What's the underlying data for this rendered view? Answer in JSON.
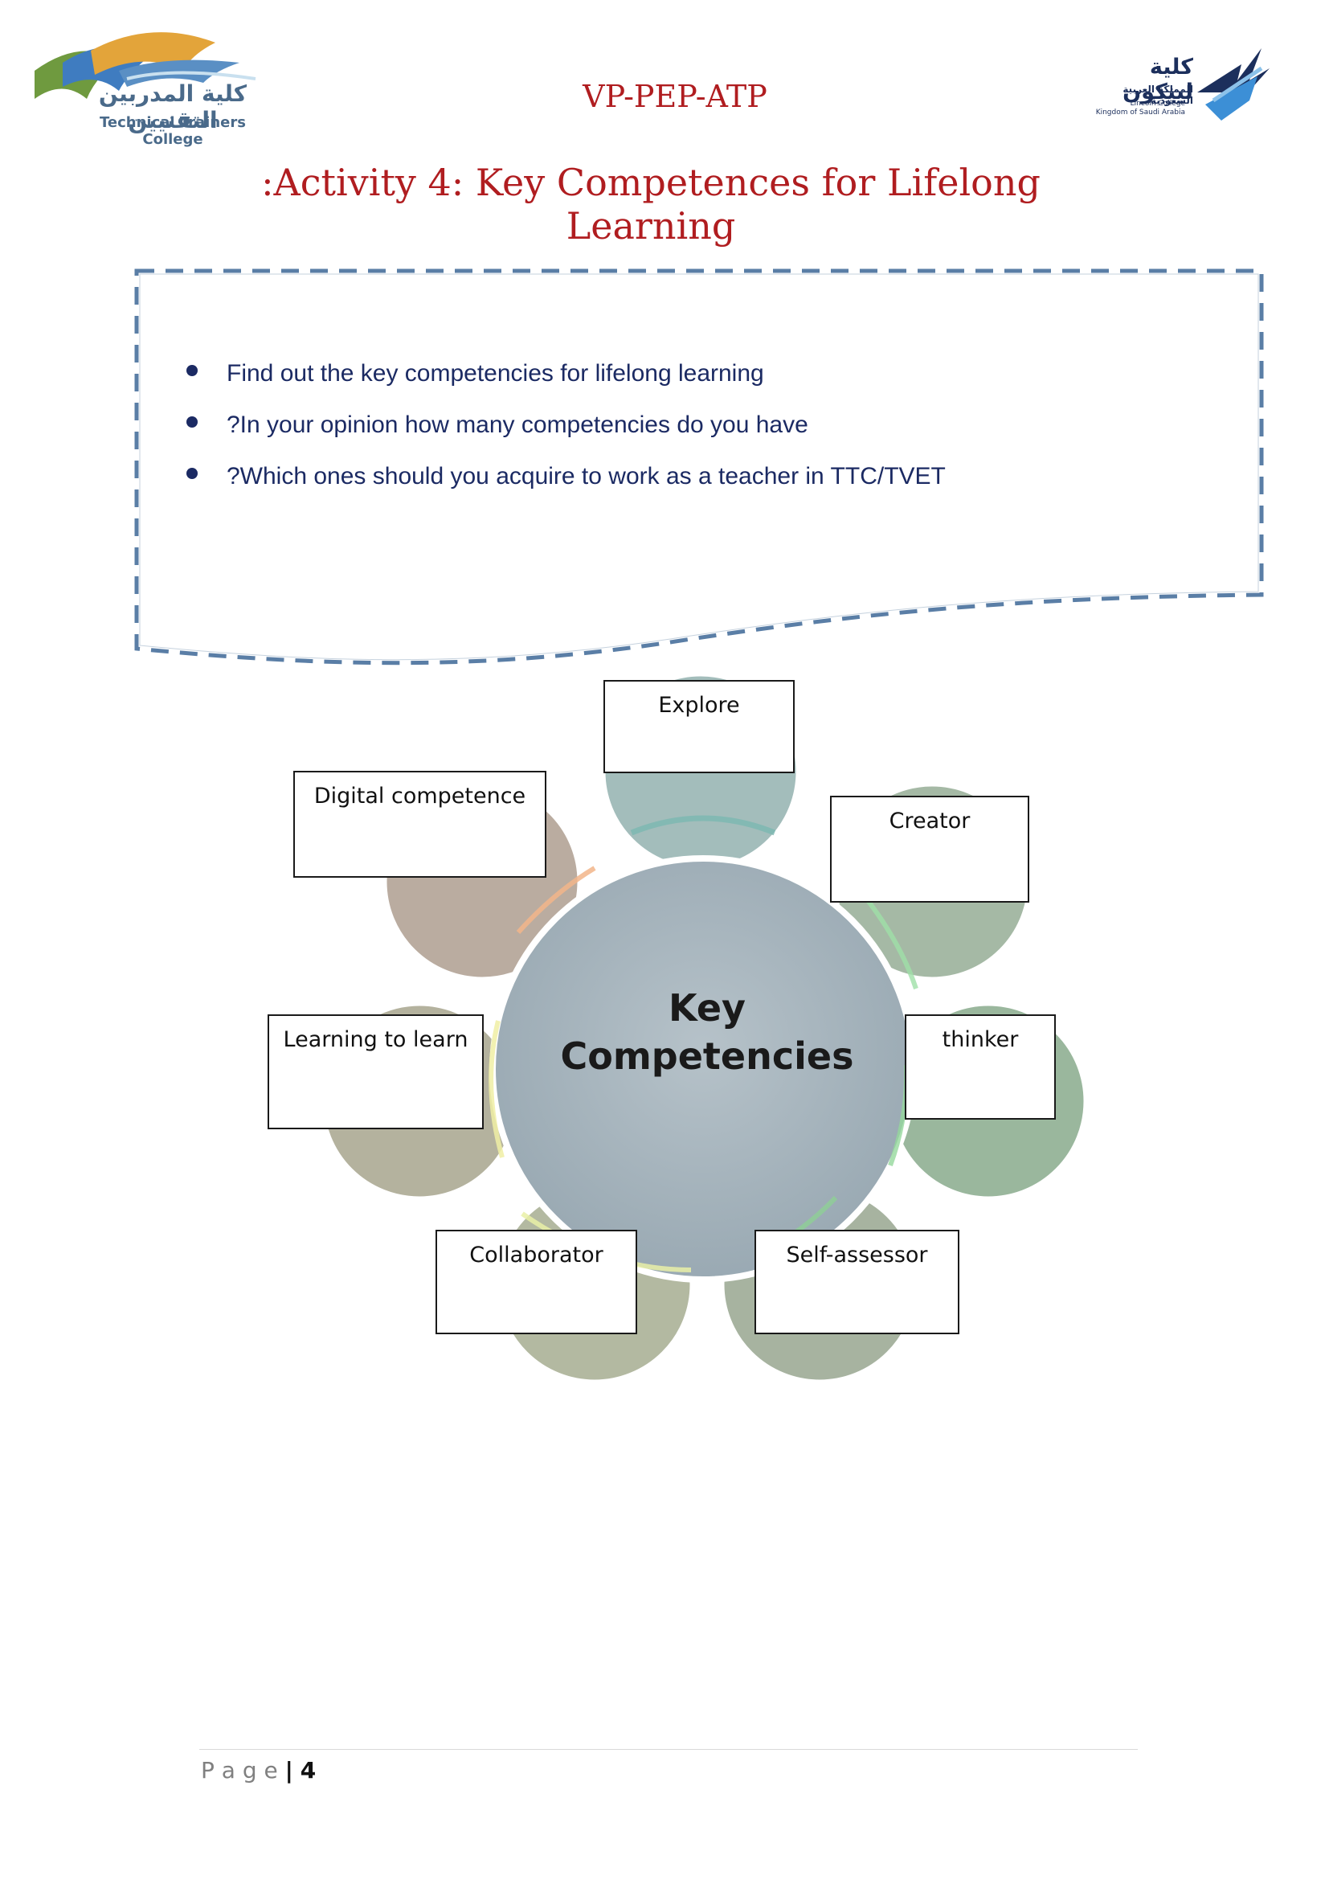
{
  "header": {
    "left_logo": {
      "arabic_name": "كلية المدربين التقنيين",
      "english_name": "Technical Trainers College"
    },
    "code": "VP-PEP-ATP",
    "right_logo": {
      "arabic_name": "كلية لينكون",
      "arabic_sub": "المملكة العربية السعودية",
      "english_line1": "Lincoln College",
      "english_line2": "Kingdom of Saudi Arabia"
    }
  },
  "title": ":Activity 4: Key Competences for Lifelong Learning",
  "instructions": {
    "items": [
      "Find out the key competencies for lifelong learning",
      "?In your opinion how many competencies do you have",
      " ?Which ones should you acquire to work as a teacher in TTC/TVET"
    ]
  },
  "diagram": {
    "center": {
      "line1": "Key",
      "line2": "Competencies"
    },
    "nodes": {
      "explore": "Explore",
      "creator": "Creator",
      "thinker": "thinker",
      "self_assessor": "Self-assessor",
      "collaborator": "Collaborator",
      "learning_to_learn": "Learning to learn",
      "digital": "Digital competence"
    },
    "colors": {
      "center_fill": "#a6b3bb",
      "explore_fill": "#a3bdbb",
      "creator_fill": "#a5b9a5",
      "thinker_fill": "#9ab79d",
      "self_assessor_fill": "#a7b3a0",
      "collaborator_fill": "#b3b9a1",
      "learning_fill": "#b4b29e",
      "digital_fill": "#baaca0"
    }
  },
  "footer": {
    "page_label": "P a g e",
    "separator": "|",
    "page_number": "4"
  }
}
